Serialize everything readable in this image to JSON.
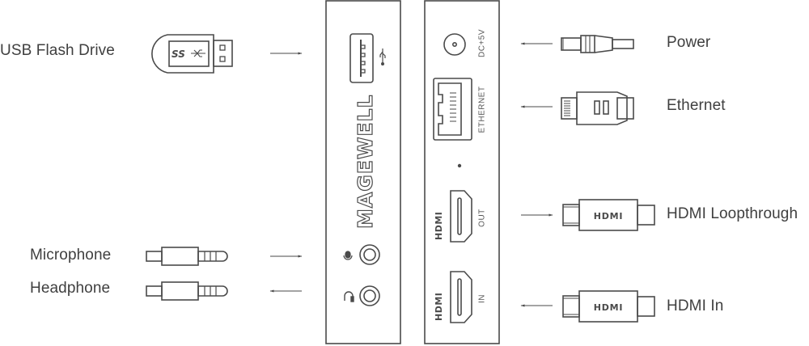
{
  "diagram": {
    "brand": "MAGEWELL",
    "left_connections": [
      {
        "label": "USB Flash Drive",
        "icon": "usb-flash-drive-icon",
        "direction": "to-device"
      },
      {
        "label": "Microphone",
        "icon": "audio-jack-icon",
        "direction": "to-device"
      },
      {
        "label": "Headphone",
        "icon": "audio-jack-icon",
        "direction": "from-device"
      }
    ],
    "right_connections": [
      {
        "label": "Power",
        "icon": "dc-power-plug-icon",
        "direction": "to-device"
      },
      {
        "label": "Ethernet",
        "icon": "rj45-plug-icon",
        "direction": "to-device"
      },
      {
        "label": "HDMI Loopthrough",
        "icon": "hdmi-plug-icon",
        "direction": "from-device"
      },
      {
        "label": "HDMI In",
        "icon": "hdmi-plug-icon",
        "direction": "to-device"
      }
    ],
    "panel_left": {
      "ports": [
        "usb-port",
        "microphone-jack",
        "headphone-jack"
      ]
    },
    "panel_right": {
      "port_labels": {
        "power": "DC+5V",
        "ethernet": "ETHERNET",
        "hdmi_out": "OUT",
        "hdmi_in": "IN"
      },
      "hdmi_logo_text": "HDMI"
    },
    "plug_hdmi_text": "HDMI",
    "usb_ss_text": "SS",
    "colors": {
      "line": "#4a4a4a",
      "text": "#3f3f3f",
      "background": "#ffffff"
    }
  }
}
